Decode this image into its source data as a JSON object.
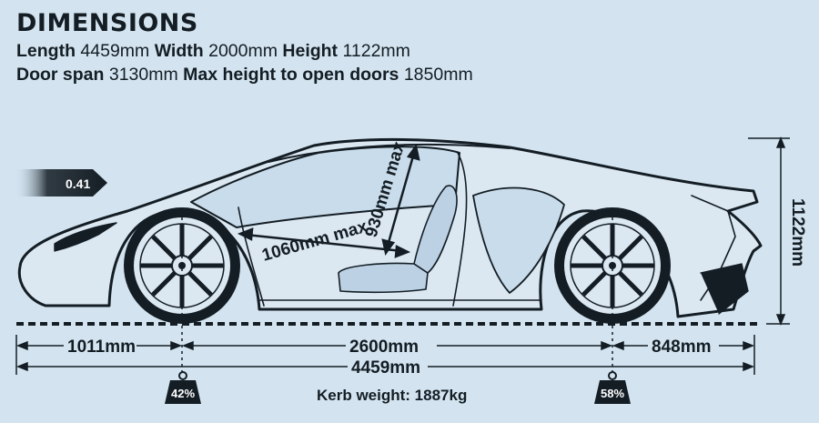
{
  "title": "DIMENSIONS",
  "specs_line1": [
    {
      "label": "Length",
      "value": "4459mm"
    },
    {
      "label": "Width",
      "value": "2000mm"
    },
    {
      "label": "Height",
      "value": "1122mm"
    }
  ],
  "specs_line2": [
    {
      "label": "Door span",
      "value": "3130mm"
    },
    {
      "label": "Max height to open doors",
      "value": "1850mm"
    }
  ],
  "drag_coefficient": "0.41",
  "cabin": {
    "legroom": "1060mm max",
    "headroom": "930mm max"
  },
  "height_dim": "1122mm",
  "front_overhang": "1011mm",
  "wheelbase": "2600mm",
  "rear_overhang": "848mm",
  "overall_length": "4459mm",
  "front_weight": "42%",
  "rear_weight": "58%",
  "kerb_weight": "Kerb weight: 1887kg",
  "colors": {
    "background": "#d3e4f0",
    "ink": "#141d24",
    "body_fill": "#dbe8f2"
  }
}
